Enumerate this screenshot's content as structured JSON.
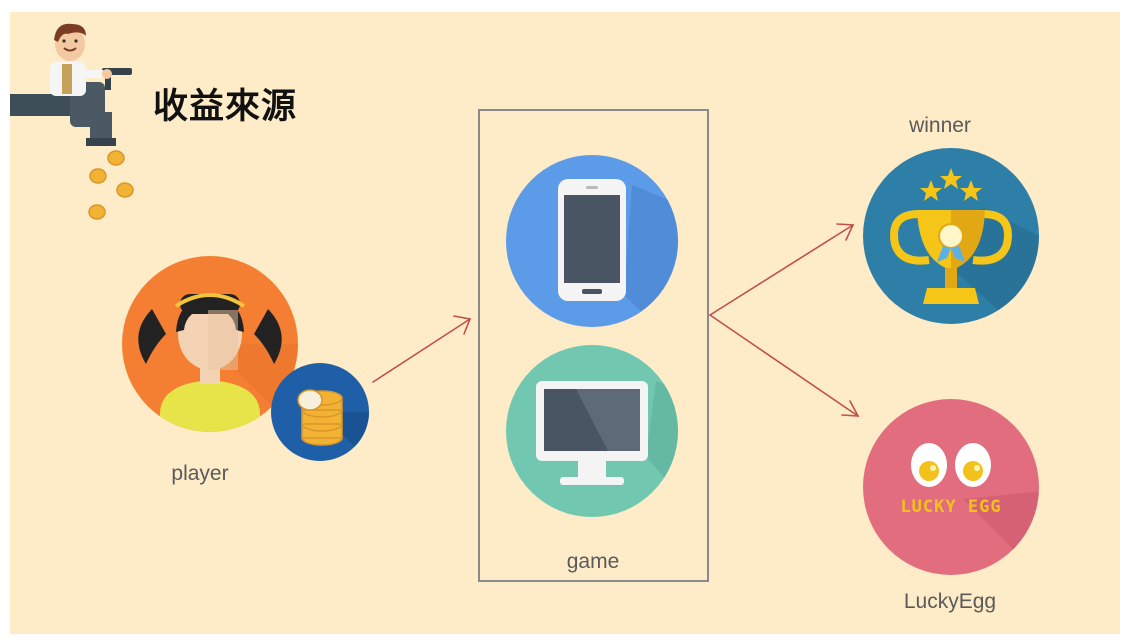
{
  "header": {
    "title": "收益來源"
  },
  "nodes": {
    "player": "player",
    "game": "game",
    "winner": "winner",
    "lucky_egg": "LuckyEgg",
    "lucky_egg_logo_text": "LUCKY EGG"
  },
  "colors": {
    "background": "#FEECC8",
    "arrow": "#C0504D",
    "phone_circle": "#5B9BE8",
    "monitor_circle": "#72C7B0",
    "trophy_circle": "#2E7FA8",
    "egg_circle": "#E26D7F",
    "player_circle": "#F47F33",
    "coin_circle": "#1E5FA8"
  },
  "icons": {
    "header": "faucet-businessman-icon",
    "player": "girl-avatar-icon",
    "coins": "coin-stack-icon",
    "phone": "smartphone-icon",
    "monitor": "monitor-icon",
    "trophy": "trophy-icon",
    "egg": "lucky-egg-icon"
  }
}
